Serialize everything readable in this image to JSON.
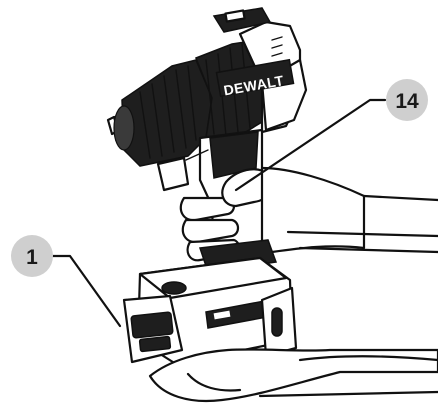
{
  "figure": {
    "brand_logo_text": "DEWALT",
    "callouts": [
      {
        "number": "14",
        "target": "clutch-collar"
      },
      {
        "number": "1",
        "target": "battery-pack-release"
      }
    ]
  },
  "colors": {
    "callout_fill": "#cfcfcf",
    "line": "#111111",
    "tool_dark": "#1e1e1e",
    "background": "#ffffff"
  }
}
